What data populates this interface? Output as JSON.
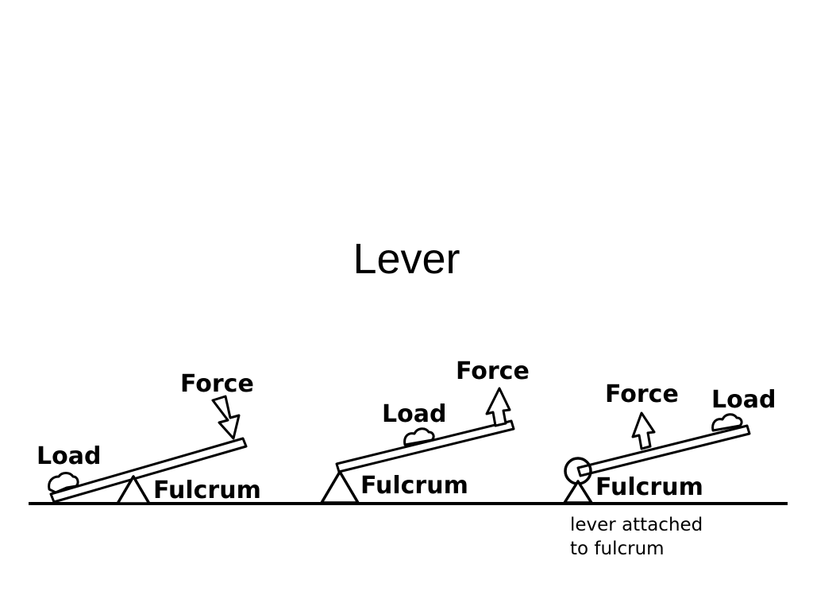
{
  "title": "Lever",
  "levers": [
    {
      "class": "first-class",
      "labels": {
        "force": "Force",
        "load": "Load",
        "fulcrum": "Fulcrum"
      },
      "force_direction": "down"
    },
    {
      "class": "second-class",
      "labels": {
        "force": "Force",
        "load": "Load",
        "fulcrum": "Fulcrum"
      },
      "force_direction": "up"
    },
    {
      "class": "third-class",
      "labels": {
        "force": "Force",
        "load": "Load",
        "fulcrum": "Fulcrum",
        "note_line1": "lever attached",
        "note_line2": "to fulcrum"
      },
      "force_direction": "up"
    }
  ],
  "colors": {
    "ink": "#000000",
    "background": "#ffffff"
  }
}
